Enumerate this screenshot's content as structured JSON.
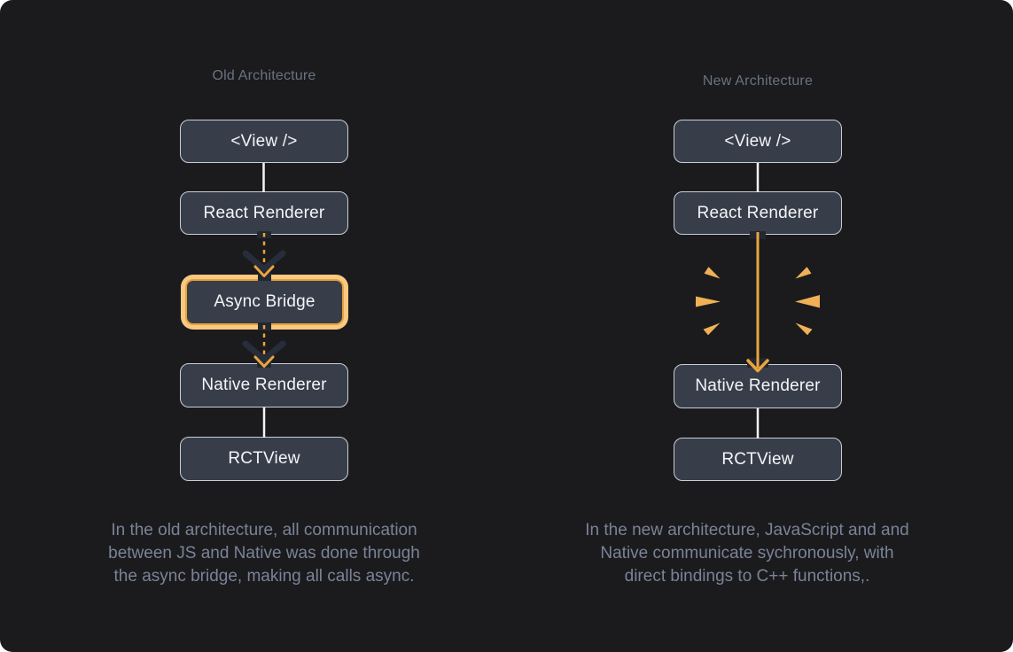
{
  "colors": {
    "background": "#1b1b1d",
    "node_fill": "#383e49",
    "node_border": "#c9cfd8",
    "highlight_ring": "#f8c983",
    "highlight_border": "#e9a23b",
    "arrow_orange": "#eba43e",
    "spark_orange": "#f2b056",
    "dark_chevron": "#272d3a",
    "title_gray": "#6a7280",
    "caption_gray": "#7a8398"
  },
  "old_column": {
    "title": "Old Architecture",
    "nodes": {
      "view": "<View />",
      "react_renderer": "React Renderer",
      "async_bridge": "Async Bridge",
      "native_renderer": "Native Renderer",
      "rctview": "RCTView"
    },
    "caption_lines": [
      "In the old architecture, all communication",
      "between JS and Native was done through",
      "the async bridge, making all calls async."
    ]
  },
  "new_column": {
    "title": "New Architecture",
    "nodes": {
      "view": "<View />",
      "react_renderer": "React Renderer",
      "native_renderer": "Native Renderer",
      "rctview": "RCTView"
    },
    "caption_lines": [
      "In the new architecture, JavaScript and and",
      "Native communicate sychronously, with",
      "direct bindings to C++ functions,."
    ]
  }
}
